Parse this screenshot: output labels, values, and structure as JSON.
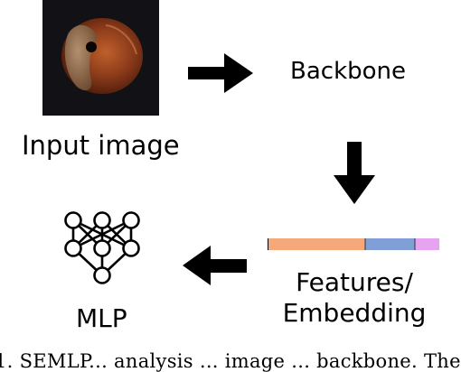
{
  "nodes": {
    "input_image": {
      "label": "Input image"
    },
    "backbone": {
      "label": "Backbone"
    },
    "features": {
      "label_line1": "Features/",
      "label_line2": "Embedding"
    },
    "mlp": {
      "label": "MLP"
    }
  },
  "caption": "1. SEMLP... analysis ... image ... backbone. The",
  "colors": {
    "arrow": "#000000",
    "feature_segment_1": "#f5a97a",
    "feature_segment_2": "#7f9fd6",
    "feature_segment_3": "#e6a3f0",
    "image_background": "#121216",
    "hazelnut_shell": "#8a3a1a"
  },
  "icons": {
    "input": "hazelnut-photo",
    "network": "neural-network-icon"
  }
}
